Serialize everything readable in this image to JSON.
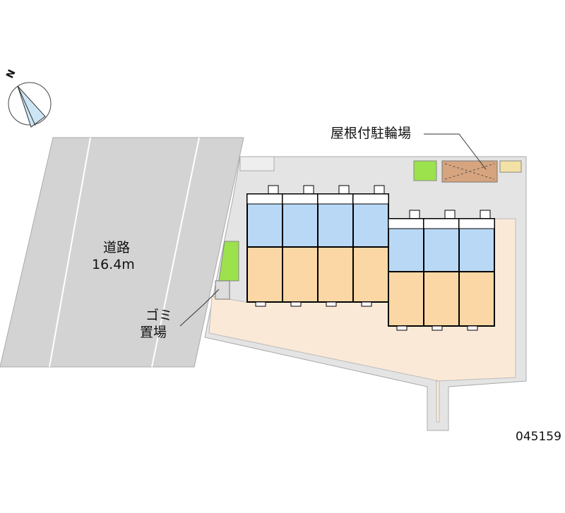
{
  "labels": {
    "road_name": "道路",
    "road_width": "16.4m",
    "garbage_line1": "ゴミ",
    "garbage_line2": "置場",
    "bicycle_parking": "屋根付駐輪場",
    "property_id": "045159",
    "north": "N"
  },
  "colors": {
    "road": "#d3d3d3",
    "lot": "#e4e4e4",
    "yard": "#fbe9d8",
    "room": "#fcd7a6",
    "wet_area": "#b8d8f6",
    "greenery": "#9be24c",
    "bike_roof": "#d6a47e"
  },
  "units_top_row": 4,
  "units_bottom_row": 3
}
